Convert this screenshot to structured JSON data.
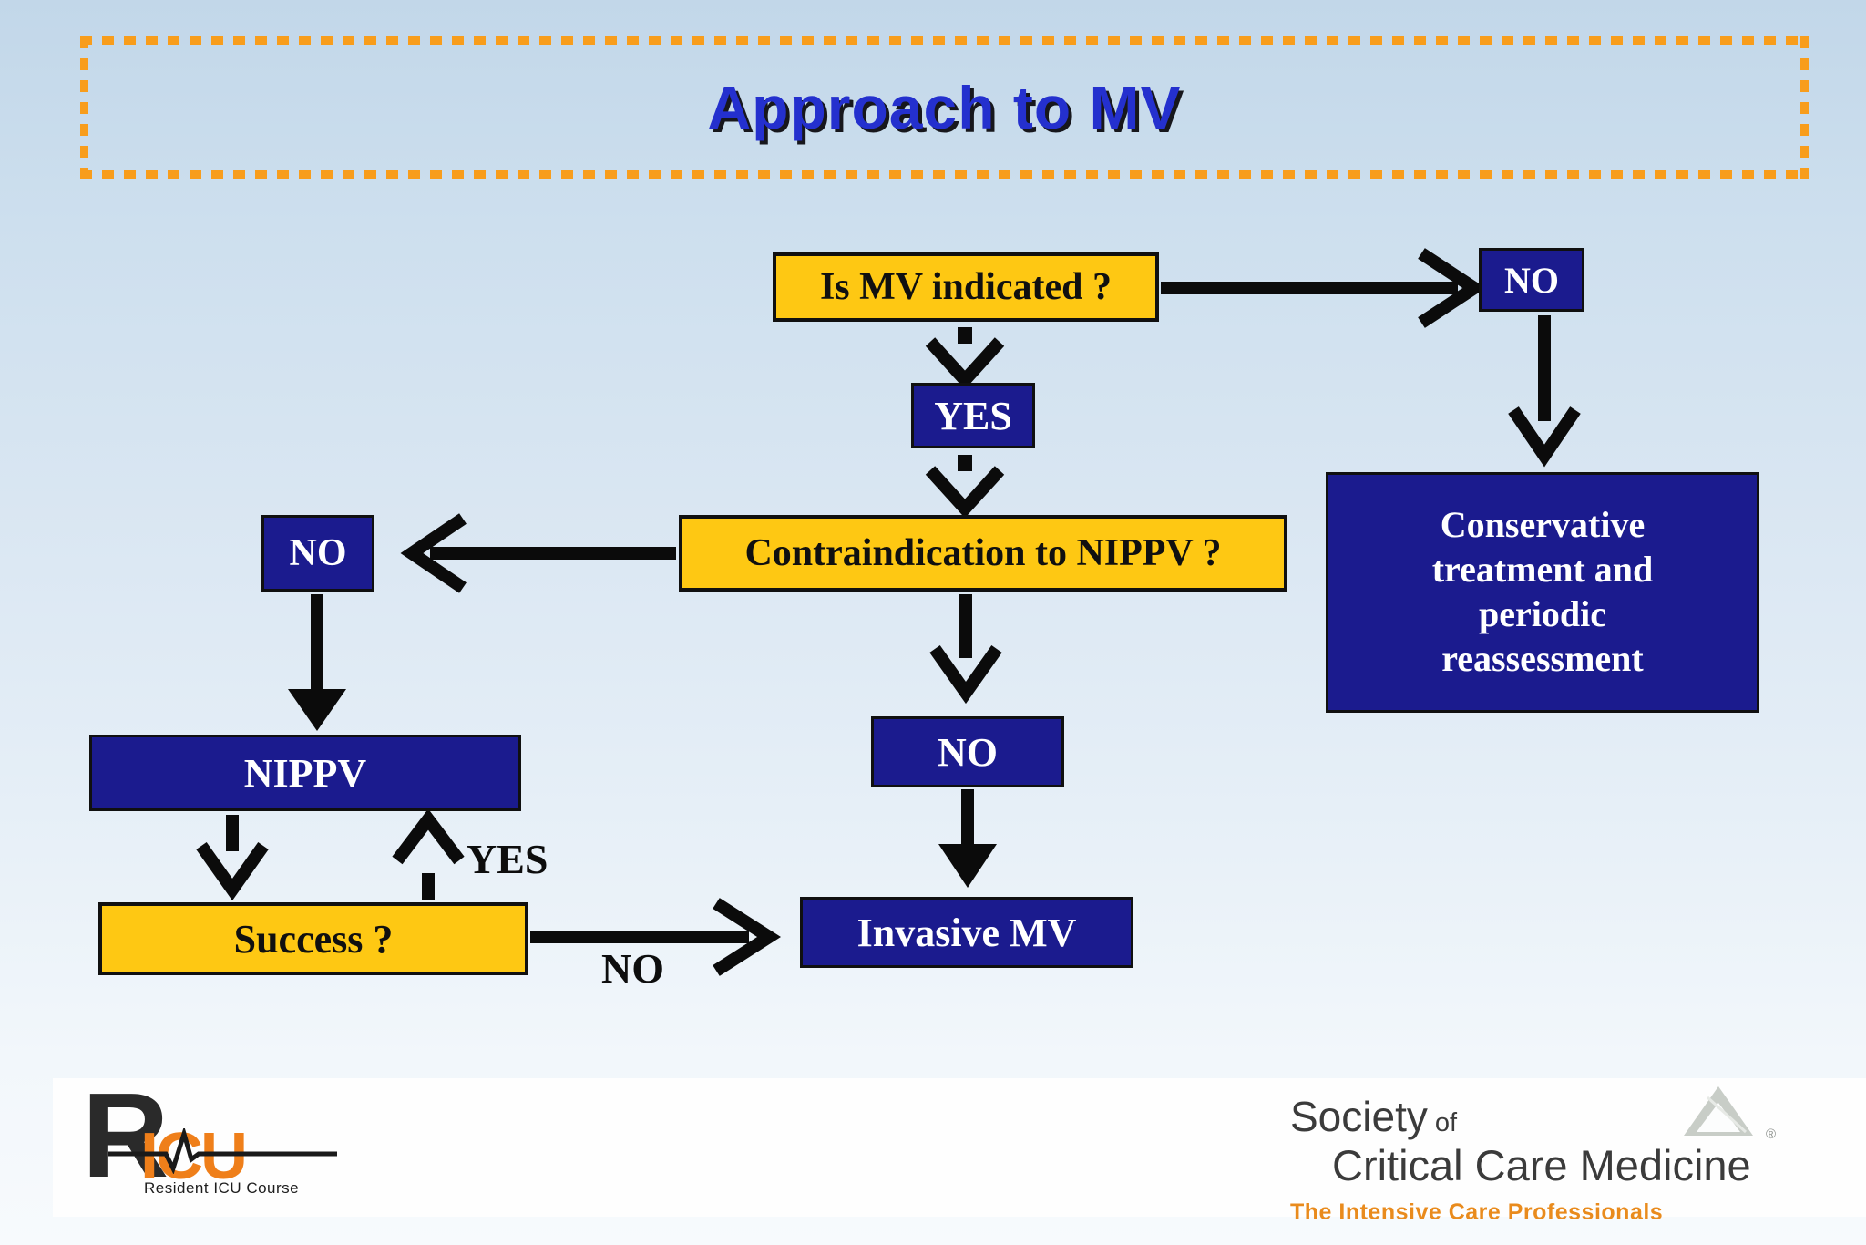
{
  "title": "Approach to MV",
  "nodes": {
    "is_mv_indicated": {
      "label": "Is MV indicated ?"
    },
    "no_top": {
      "label": "NO"
    },
    "yes": {
      "label": "YES"
    },
    "conservative": {
      "lines": [
        "Conservative",
        "treatment and",
        "periodic",
        "reassessment"
      ]
    },
    "contraindication": {
      "label": "Contraindication to NIPPV ?"
    },
    "no_left": {
      "label": "NO"
    },
    "nippv": {
      "label": "NIPPV"
    },
    "no_mid": {
      "label": "NO"
    },
    "success": {
      "label": "Success ?"
    },
    "invasive_mv": {
      "label": "Invasive MV"
    }
  },
  "edge_labels": {
    "yes_back_to_nippv": "YES",
    "no_to_invasive": "NO"
  },
  "footer": {
    "ricu": {
      "r": "R",
      "icu": "ICU",
      "caption": "Resident ICU Course"
    },
    "sccm": {
      "society": "Society",
      "of": "of",
      "line2": "Critical Care Medicine",
      "tagline": "The Intensive Care Professionals",
      "registered": "®"
    }
  },
  "colors": {
    "yellow_node": "#FEC813",
    "navy_node": "#1B1B8E",
    "title_blue": "#2430CE",
    "dashed_border_orange": "#F89D1C",
    "arrow_black": "#0B0B0B",
    "ricu_orange": "#EF7F1A",
    "sccm_orange": "#E98B1D"
  }
}
